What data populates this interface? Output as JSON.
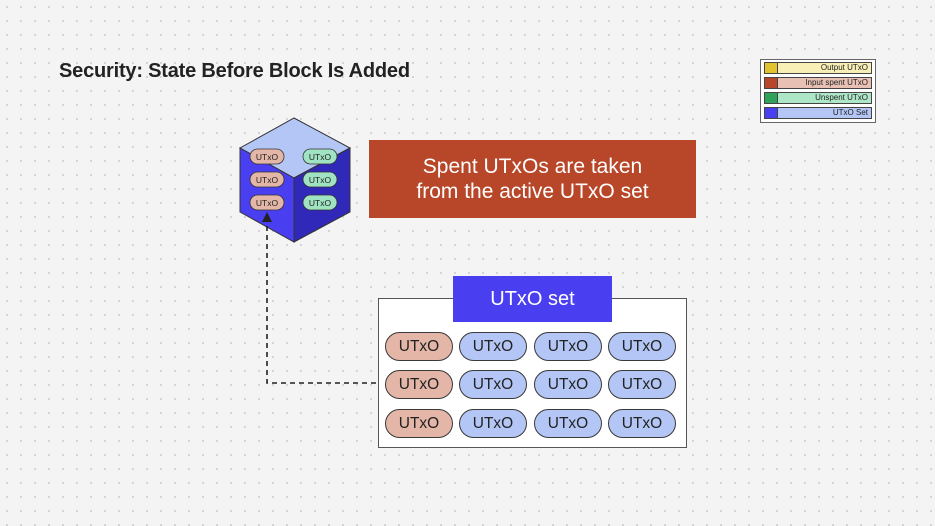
{
  "title": "Security: State Before Block Is Added",
  "legend": [
    {
      "label": "Output UTxO",
      "color": "#e3c32d"
    },
    {
      "label": "Input spent UTxO",
      "color": "#b84628"
    },
    {
      "label": "Unspent UTxO",
      "color": "#2fa35a"
    },
    {
      "label": "UTxO Set",
      "color": "#4a3ff0"
    }
  ],
  "block": {
    "left_column": [
      "UTxO",
      "UTxO",
      "UTxO"
    ],
    "right_column": [
      "UTxO",
      "UTxO",
      "UTxO"
    ]
  },
  "callout": {
    "line1": "Spent UTxOs are taken",
    "line2": "from the active UTxO set"
  },
  "utxo_set": {
    "title": "UTxO set",
    "rows": [
      [
        {
          "label": "UTxO",
          "state": "spent"
        },
        {
          "label": "UTxO",
          "state": "set"
        },
        {
          "label": "UTxO",
          "state": "set"
        },
        {
          "label": "UTxO",
          "state": "set"
        }
      ],
      [
        {
          "label": "UTxO",
          "state": "spent"
        },
        {
          "label": "UTxO",
          "state": "set"
        },
        {
          "label": "UTxO",
          "state": "set"
        },
        {
          "label": "UTxO",
          "state": "set"
        }
      ],
      [
        {
          "label": "UTxO",
          "state": "spent"
        },
        {
          "label": "UTxO",
          "state": "set"
        },
        {
          "label": "UTxO",
          "state": "set"
        },
        {
          "label": "UTxO",
          "state": "set"
        }
      ]
    ]
  },
  "colors": {
    "spent_fill": "#e4b6a8",
    "unspent_fill": "#9fe3c2",
    "set_fill": "#b4c6f6",
    "cube_side": "#4a3ff0",
    "cube_top": "#b4c6f6"
  }
}
